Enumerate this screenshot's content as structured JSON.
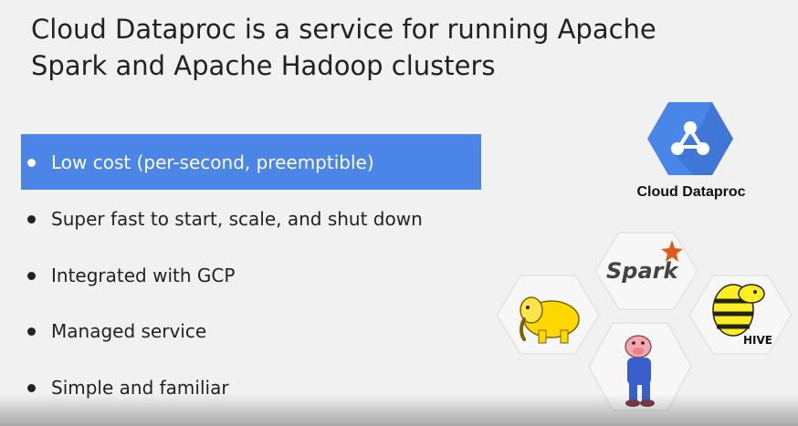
{
  "slide": {
    "title": "Cloud Dataproc is a service for running Apache Spark and Apache Hadoop clusters",
    "bullets": [
      {
        "label": "Low cost (per-second, preemptible)",
        "highlighted": true
      },
      {
        "label": "Super fast to start, scale, and shut down",
        "highlighted": false
      },
      {
        "label": "Integrated with GCP",
        "highlighted": false
      },
      {
        "label": "Managed service",
        "highlighted": false
      },
      {
        "label": "Simple and familiar",
        "highlighted": false
      }
    ],
    "product": {
      "name": "Cloud Dataproc",
      "icon": "cloud-dataproc-icon"
    },
    "ecosystem": [
      {
        "name": "spark-logo",
        "text": "Spark"
      },
      {
        "name": "hadoop-logo"
      },
      {
        "name": "hive-logo",
        "text": "HIVE"
      },
      {
        "name": "pig-logo"
      }
    ]
  },
  "colors": {
    "highlight": "#4b85e6",
    "product_icon": "#4a86e8",
    "background": "#f1f1f1",
    "text": "#222222"
  }
}
